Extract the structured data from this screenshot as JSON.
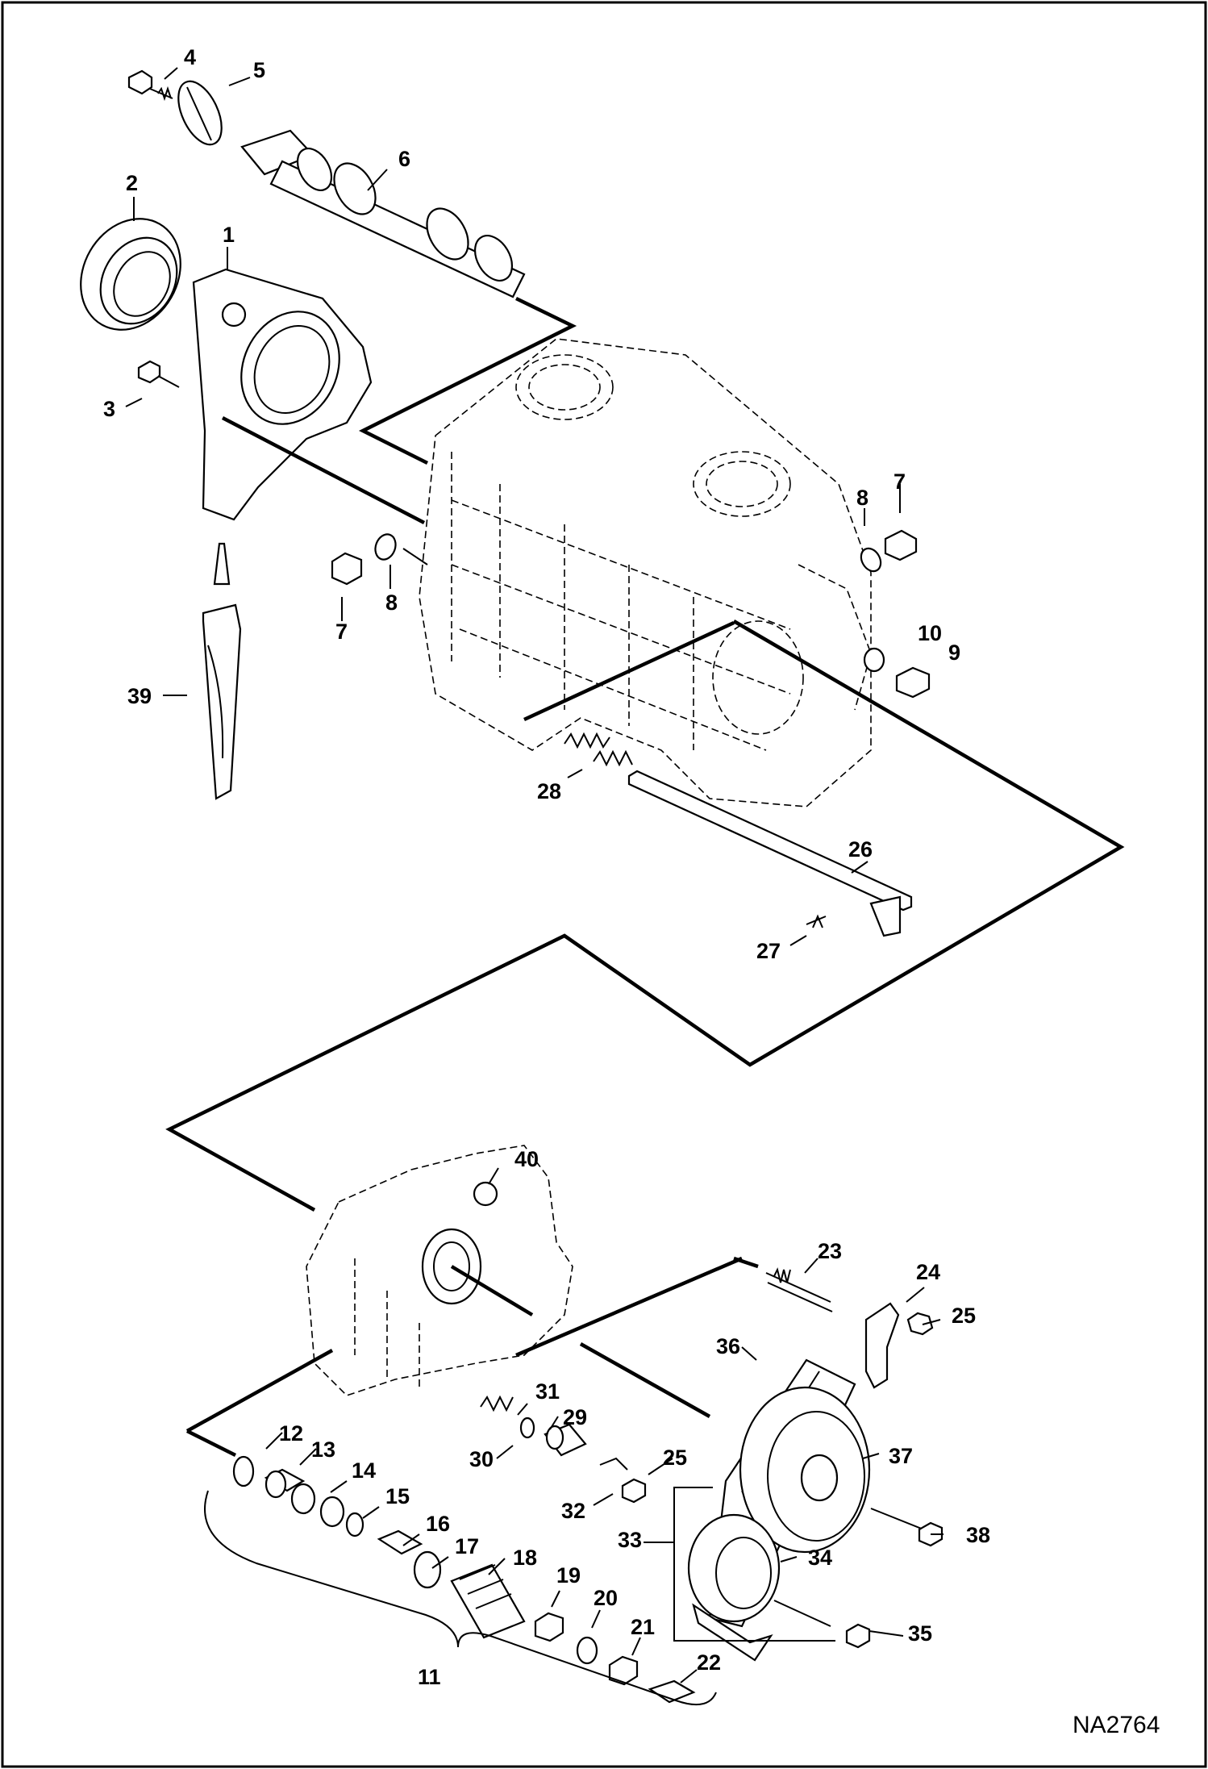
{
  "diagram": {
    "drawing_code": "NA2764",
    "labels": [
      "1",
      "2",
      "3",
      "4",
      "5",
      "6",
      "7",
      "7",
      "8",
      "8",
      "9",
      "10",
      "11",
      "12",
      "13",
      "14",
      "15",
      "16",
      "17",
      "18",
      "19",
      "20",
      "21",
      "22",
      "23",
      "24",
      "25",
      "25",
      "26",
      "27",
      "28",
      "29",
      "30",
      "31",
      "32",
      "33",
      "34",
      "35",
      "36",
      "37",
      "38",
      "39",
      "40"
    ]
  }
}
